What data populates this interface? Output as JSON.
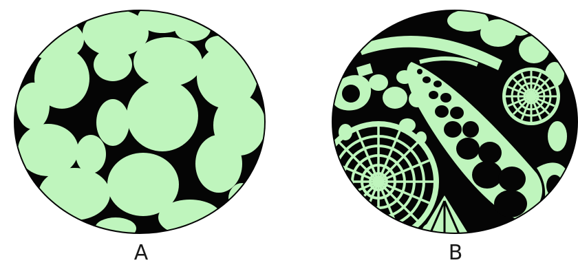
{
  "panels": [
    {
      "id": "A",
      "label": "A"
    },
    {
      "id": "B",
      "label": "B"
    }
  ],
  "colors": {
    "grain": "#bff5bd",
    "matrix": "#050505",
    "background": "#ffffff"
  }
}
